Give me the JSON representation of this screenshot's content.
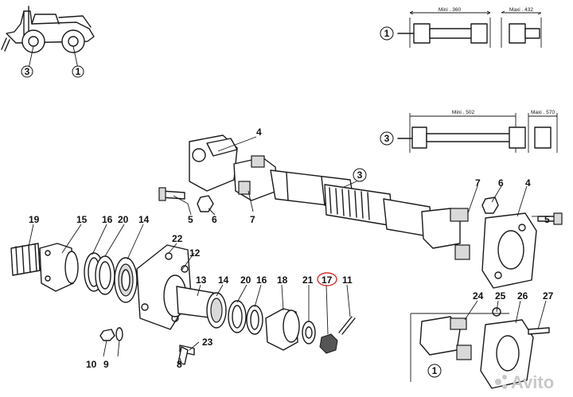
{
  "callouts": {
    "c4_top": "4",
    "c5_left": "5",
    "c6_left": "6",
    "c7_left": "7",
    "c3_mid": "3",
    "c7_right": "7",
    "c6_right": "6",
    "c4_right": "4",
    "c5_right": "5",
    "c19": "19",
    "c15": "15",
    "c16_left": "16",
    "c20_left": "20",
    "c14_left": "14",
    "c22": "22",
    "c12": "12",
    "c13": "13",
    "c14_mid": "14",
    "c20_mid": "20",
    "c16_mid": "16",
    "c18": "18",
    "c21": "21",
    "c17": "17",
    "c11": "11",
    "c23": "23",
    "c8": "8",
    "c10": "10",
    "c9": "9",
    "c24": "24",
    "c25": "25",
    "c26": "26",
    "c27": "27",
    "c1_bottom": "1"
  },
  "top_detail": {
    "circle_1": "1",
    "mini_label": "Mini . 360",
    "maxi_label": "Maxi . 432"
  },
  "mid_detail": {
    "circle_3": "3",
    "mini_label": "Mini . 502",
    "maxi_label": "Maxi . 570"
  },
  "vehicle": {
    "circle_3": "3",
    "circle_1": "1"
  },
  "highlight": {
    "part": "17",
    "color": "#d9302c"
  },
  "watermark": "Avito"
}
